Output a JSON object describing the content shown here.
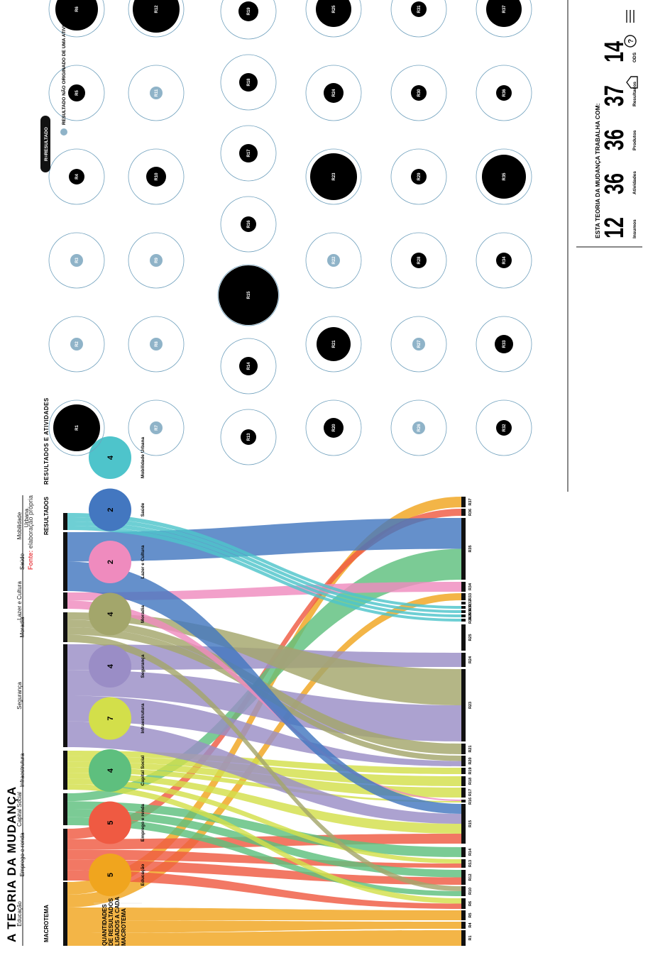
{
  "title": "A TEORIA DA MUDANÇA",
  "source_label": "Fonte:",
  "source_text": "elaboração própria",
  "sankey": {
    "left_header": "MACROTEMA",
    "right_header": "RESULTADOS",
    "macrotemas": [
      {
        "id": "edu",
        "label": "Educação",
        "color": "#f0a51e"
      },
      {
        "id": "emp",
        "label": "Emprego e renda",
        "color": "#ef5a42"
      },
      {
        "id": "cap",
        "label": "Capital Social",
        "color": "#5ebf7e"
      },
      {
        "id": "inf",
        "label": "Infraestrutura",
        "color": "#d3df4a"
      },
      {
        "id": "seg",
        "label": "Segurança",
        "color": "#9a8dc6"
      },
      {
        "id": "mor",
        "label": "Moradia",
        "color": "#a3a66b"
      },
      {
        "id": "laz",
        "label": "Lazer e Cultura",
        "color": "#ef8bbe"
      },
      {
        "id": "sau",
        "label": "Saúde",
        "color": "#4377c0"
      },
      {
        "id": "mob",
        "label": "Mobilidade Urbana",
        "color": "#4ec4cb"
      }
    ],
    "resultados": [
      "R1",
      "R4",
      "R5",
      "R6",
      "R10",
      "R12",
      "R13",
      "R14",
      "R15",
      "R16",
      "R17",
      "R18",
      "R19",
      "R20",
      "R21",
      "R23",
      "R24",
      "R25",
      "R28",
      "R29",
      "R30",
      "R31",
      "R32",
      "R33",
      "R34",
      "R35",
      "R36",
      "R37"
    ]
  },
  "counts_section": {
    "title": "QUANTIDADES DE RESULTADOS LIGADOS A CADA MACROTEMA",
    "items": [
      {
        "label": "Educação",
        "value": "5",
        "color": "#f0a51e"
      },
      {
        "label": "Emprego e renda",
        "value": "5",
        "color": "#ef5a42"
      },
      {
        "label": "Capital Social",
        "value": "4",
        "color": "#5ebf7e"
      },
      {
        "label": "Infraestrutura",
        "value": "7",
        "color": "#d3df4a"
      },
      {
        "label": "Segurança",
        "value": "4",
        "color": "#9a8dc6"
      },
      {
        "label": "Moradia",
        "value": "4",
        "color": "#a3a66b"
      },
      {
        "label": "Lazer e Cultura",
        "value": "2",
        "color": "#ef8bbe"
      },
      {
        "label": "Saúde",
        "value": "2",
        "color": "#4377c0"
      },
      {
        "label": "Mobilidade Urbana",
        "value": "4",
        "color": "#4ec4cb"
      }
    ]
  },
  "results_grid": {
    "title": "RESULTADOS E ATIVIDADES",
    "legend_pill": "R=RESULTADO",
    "legend_dot_text": "RESULTADO NÃO ORIGINADO DE UMA ATIVIDADE",
    "rows": [
      [
        "R1",
        "R2",
        "R3",
        "R4",
        "R5",
        "R6"
      ],
      [
        "R7",
        "R8",
        "R9",
        "R10",
        "R11",
        "R12"
      ],
      [
        "R13",
        "R14",
        "R15",
        "R16",
        "R17",
        "R18",
        "R19"
      ],
      [
        "R20",
        "R21",
        "R22",
        "R23",
        "R24",
        "R25"
      ],
      [
        "R26",
        "R27",
        "R28",
        "R29",
        "R30",
        "R31"
      ],
      [
        "R32",
        "R33",
        "R34",
        "R35",
        "R36",
        "R37"
      ]
    ]
  },
  "summary": {
    "title": "ESTA TEORIA DA MUDANÇA TRABALHA COM:",
    "stats": [
      {
        "value": "12",
        "label": "Insumos"
      },
      {
        "value": "36",
        "label": "Atividades"
      },
      {
        "value": "36",
        "label": "Produtos"
      },
      {
        "value": "37",
        "label": "Resultados"
      },
      {
        "value": "14",
        "label": "ODS"
      }
    ]
  },
  "nav": {
    "home": "home-icon",
    "help": "help-icon",
    "menu": "menu-icon"
  }
}
